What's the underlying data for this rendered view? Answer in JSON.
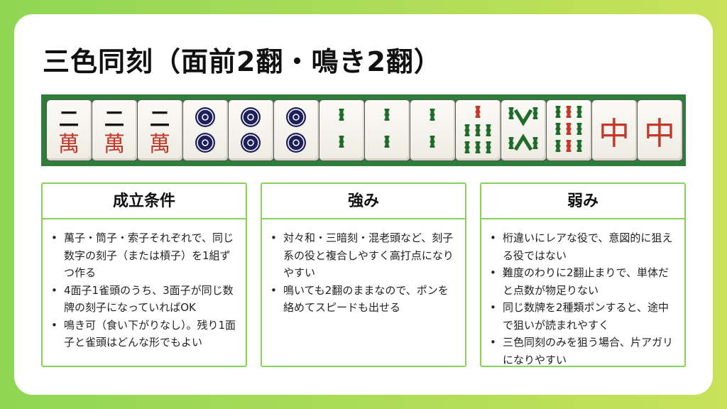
{
  "title": "三色同刻（面前2翻・鳴き2翻）",
  "tiles": [
    {
      "type": "man",
      "num": "二",
      "suit": "萬"
    },
    {
      "type": "man",
      "num": "二",
      "suit": "萬"
    },
    {
      "type": "man",
      "num": "二",
      "suit": "萬"
    },
    {
      "type": "pin",
      "count": 2
    },
    {
      "type": "pin",
      "count": 2
    },
    {
      "type": "pin",
      "count": 2
    },
    {
      "type": "sou",
      "count": 2
    },
    {
      "type": "sou",
      "count": 2
    },
    {
      "type": "sou",
      "count": 2
    },
    {
      "type": "sou",
      "count": 7
    },
    {
      "type": "sou",
      "count": 8
    },
    {
      "type": "sou",
      "count": 9
    },
    {
      "type": "honor",
      "char": "中"
    },
    {
      "type": "honor",
      "char": "中"
    }
  ],
  "colors": {
    "accent": "#86d25a",
    "mat": "#2f7d3b",
    "red": "#c0392b",
    "green": "#1f6b2a",
    "navy": "#1d1f5a"
  },
  "boxes": [
    {
      "heading": "成立条件",
      "items": [
        "萬子・筒子・索子それぞれで、同じ数字の刻子（または槓子）を1組ずつ作る",
        "4面子1雀頭のうち、3面子が同じ数牌の刻子になっていればOK",
        "鳴き可（食い下がりなし）。残り1面子と雀頭はどんな形でもよい"
      ]
    },
    {
      "heading": "強み",
      "items": [
        "対々和・三暗刻・混老頭など、刻子系の役と複合しやすく高打点になりやすい",
        "鳴いても2翻のままなので、ポンを絡めてスピードも出せる"
      ]
    },
    {
      "heading": "弱み",
      "items": [
        "桁違いにレアな役で、意図的に狙える役ではない",
        "難度のわりに2翻止まりで、単体だと点数が物足りない",
        "同じ数牌を2種類ポンすると、途中で狙いが読まれやすく",
        "三色同刻のみを狙う場合、片アガリになりやすい"
      ]
    }
  ]
}
